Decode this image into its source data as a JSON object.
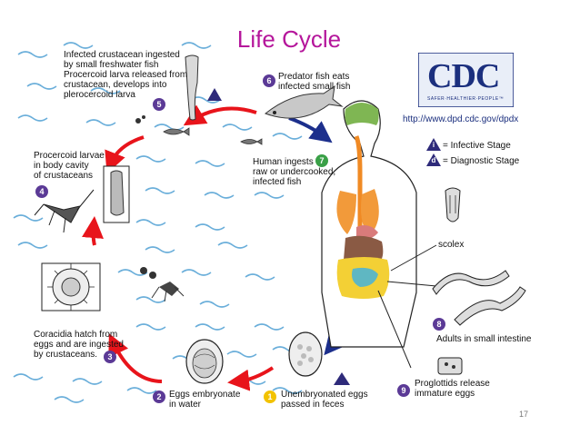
{
  "title": "Life Cycle",
  "cdc": {
    "logo_text": "CDC",
    "tagline": "SAFER·HEALTHIER·PEOPLE™",
    "url": "http://www.dpd.cdc.gov/dpdx"
  },
  "legend": {
    "infective_symbol": "i",
    "infective_label": "= Infective Stage",
    "diagnostic_symbol": "d",
    "diagnostic_label": "= Diagnostic Stage"
  },
  "stages": {
    "s1": {
      "num": "1",
      "text": "Unembryonated eggs\npassed in feces"
    },
    "s2": {
      "num": "2",
      "text": "Eggs embryonate\nin water"
    },
    "s3": {
      "num": "3",
      "text": "Coracidia hatch from\neggs and are ingested\nby crustaceans."
    },
    "s4": {
      "num": "4",
      "text": "Procercoid larvae\nin body cavity\nof crustaceans"
    },
    "s5": {
      "num": "5",
      "text": "Infected crustacean ingested\nby small freshwater fish\nProcercoid larva released from\ncrustacean, develops into\nplerocercoid larva"
    },
    "s6": {
      "num": "6",
      "text": "Predator fish eats\ninfected small fish"
    },
    "s7": {
      "num": "7",
      "text": "Human ingests\nraw or undercooked,\ninfected fish"
    },
    "s8": {
      "num": "8",
      "text": "Adults in small intestine"
    },
    "s9": {
      "num": "9",
      "text": "Proglottids release\nimmature eggs"
    }
  },
  "scolex_label": "scolex",
  "slide_number": "17",
  "colors": {
    "title": "#b5169b",
    "arrow_red": "#e8141b",
    "arrow_blue": "#1c2f8c",
    "stage_dark": "#2e2a7a",
    "stage_green": "#3aa047",
    "stage_yellow": "#f2c200",
    "cdc_blue": "#1b2f7e"
  },
  "icons": [
    "infective-stage-icon",
    "diagnostic-stage-icon",
    "fish-icon",
    "crustacean-icon",
    "egg-icon",
    "human-body-icon",
    "tapeworm-icon"
  ]
}
